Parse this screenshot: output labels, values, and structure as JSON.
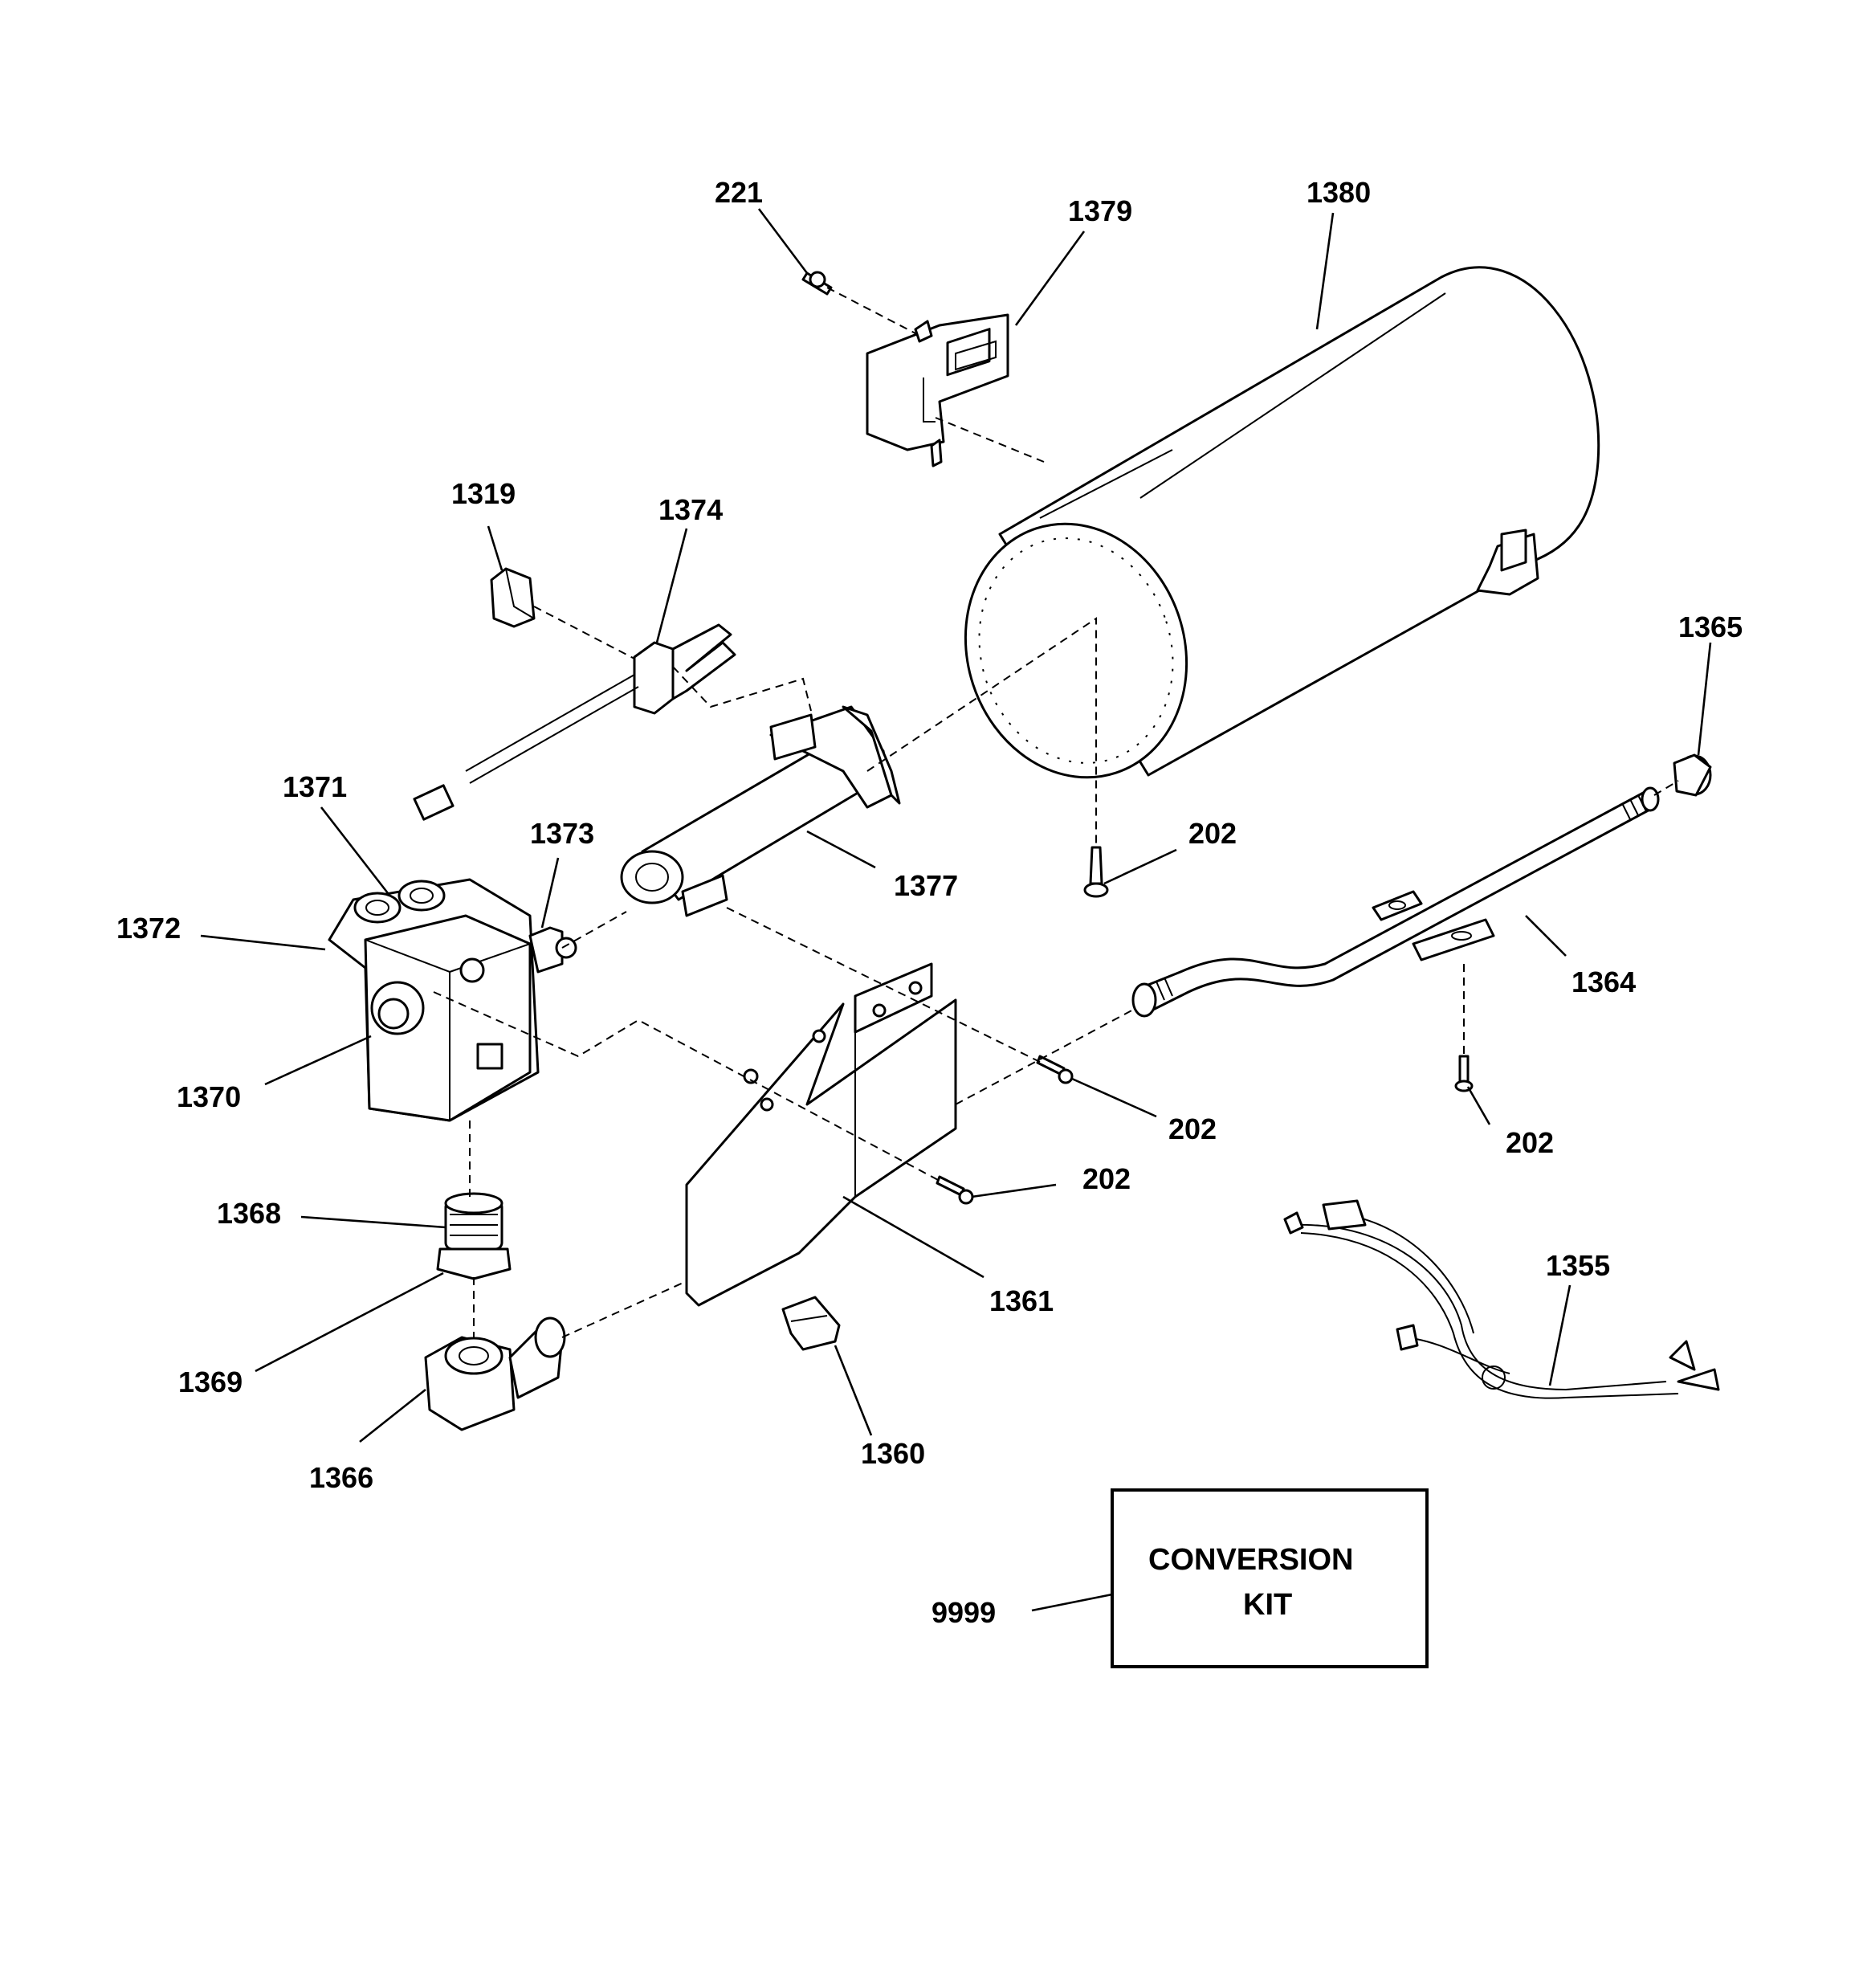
{
  "callouts": {
    "c221": "221",
    "c1379": "1379",
    "c1380": "1380",
    "c1319": "1319",
    "c1374": "1374",
    "c1365": "1365",
    "c1371": "1371",
    "c1373": "1373",
    "c1372": "1372",
    "c1377": "1377",
    "c202a": "202",
    "c1364": "1364",
    "c1370": "1370",
    "c202b": "202",
    "c202c": "202",
    "c202d": "202",
    "c1368": "1368",
    "c1355": "1355",
    "c1361": "1361",
    "c1369": "1369",
    "c1360": "1360",
    "c1366": "1366",
    "c9999": "9999"
  },
  "kit_box": {
    "line1": "CONVERSION",
    "line2": "KIT"
  }
}
